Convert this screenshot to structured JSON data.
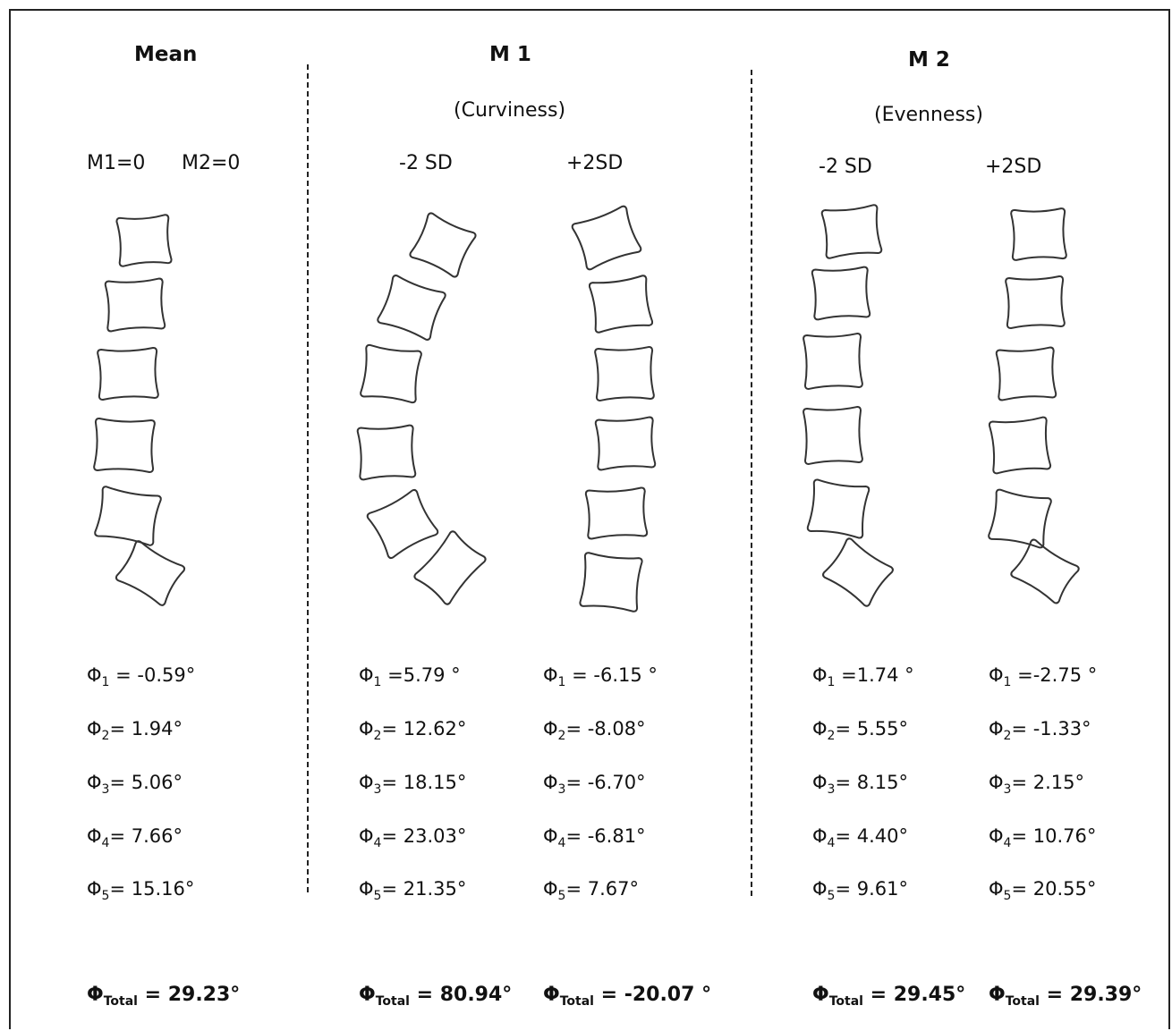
{
  "columns": {
    "mean": {
      "title": "Mean",
      "params": [
        "M1=0",
        "M2=0"
      ],
      "angles": [
        {
          "sub": "1",
          "text": " = -0.59°"
        },
        {
          "sub": "2",
          "text": "= 1.94°"
        },
        {
          "sub": "3",
          "text": "= 5.06°"
        },
        {
          "sub": "4",
          "text": "= 7.66°"
        },
        {
          "sub": "5",
          "text": "= 15.16°"
        }
      ],
      "total": " = 29.23°"
    },
    "m1": {
      "title": "M 1",
      "subtitle": "(Curviness)",
      "minus_label": "-2 SD",
      "plus_label": "+2SD",
      "minus_angles": [
        {
          "sub": "1",
          "text": " =5.79 °"
        },
        {
          "sub": "2",
          "text": "= 12.62°"
        },
        {
          "sub": "3",
          "text": "= 18.15°"
        },
        {
          "sub": "4",
          "text": "= 23.03°"
        },
        {
          "sub": "5",
          "text": "= 21.35°"
        }
      ],
      "plus_angles": [
        {
          "sub": "1",
          "text": " = -6.15 °"
        },
        {
          "sub": "2",
          "text": "= -8.08°"
        },
        {
          "sub": "3",
          "text": "= -6.70°"
        },
        {
          "sub": "4",
          "text": "= -6.81°"
        },
        {
          "sub": "5",
          "text": "= 7.67°"
        }
      ],
      "minus_total": " = 80.94°",
      "plus_total": " = -20.07 °"
    },
    "m2": {
      "title": "M 2",
      "subtitle": "(Evenness)",
      "minus_label": "-2 SD",
      "plus_label": "+2SD",
      "minus_angles": [
        {
          "sub": "1",
          "text": " =1.74 °"
        },
        {
          "sub": "2",
          "text": "= 5.55°"
        },
        {
          "sub": "3",
          "text": "= 8.15°"
        },
        {
          "sub": "4",
          "text": "= 4.40°"
        },
        {
          "sub": "5",
          "text": "= 9.61°"
        }
      ],
      "plus_angles": [
        {
          "sub": "1",
          "text": " =-2.75 °"
        },
        {
          "sub": "2",
          "text": "= -1.33°"
        },
        {
          "sub": "3",
          "text": "= 2.15°"
        },
        {
          "sub": "4",
          "text": "= 10.76°"
        },
        {
          "sub": "5",
          "text": "= 20.55°"
        }
      ],
      "minus_total": " = 29.45°",
      "plus_total": " = 29.39°"
    }
  },
  "symbols": {
    "phi": "Φ",
    "total_sub": "Total"
  },
  "spine_shapes": [
    {
      "name": "mean",
      "angles_deg": [
        -0.59,
        1.94,
        5.06,
        7.66,
        15.16
      ]
    },
    {
      "name": "m1-minus-2sd",
      "angles_deg": [
        5.79,
        12.62,
        18.15,
        23.03,
        21.35
      ]
    },
    {
      "name": "m1-plus-2sd",
      "angles_deg": [
        -6.15,
        -8.08,
        -6.7,
        -6.81,
        7.67
      ]
    },
    {
      "name": "m2-minus-2sd",
      "angles_deg": [
        1.74,
        5.55,
        8.15,
        4.4,
        9.61
      ]
    },
    {
      "name": "m2-plus-2sd",
      "angles_deg": [
        -2.75,
        -1.33,
        2.15,
        10.76,
        20.55
      ]
    }
  ]
}
